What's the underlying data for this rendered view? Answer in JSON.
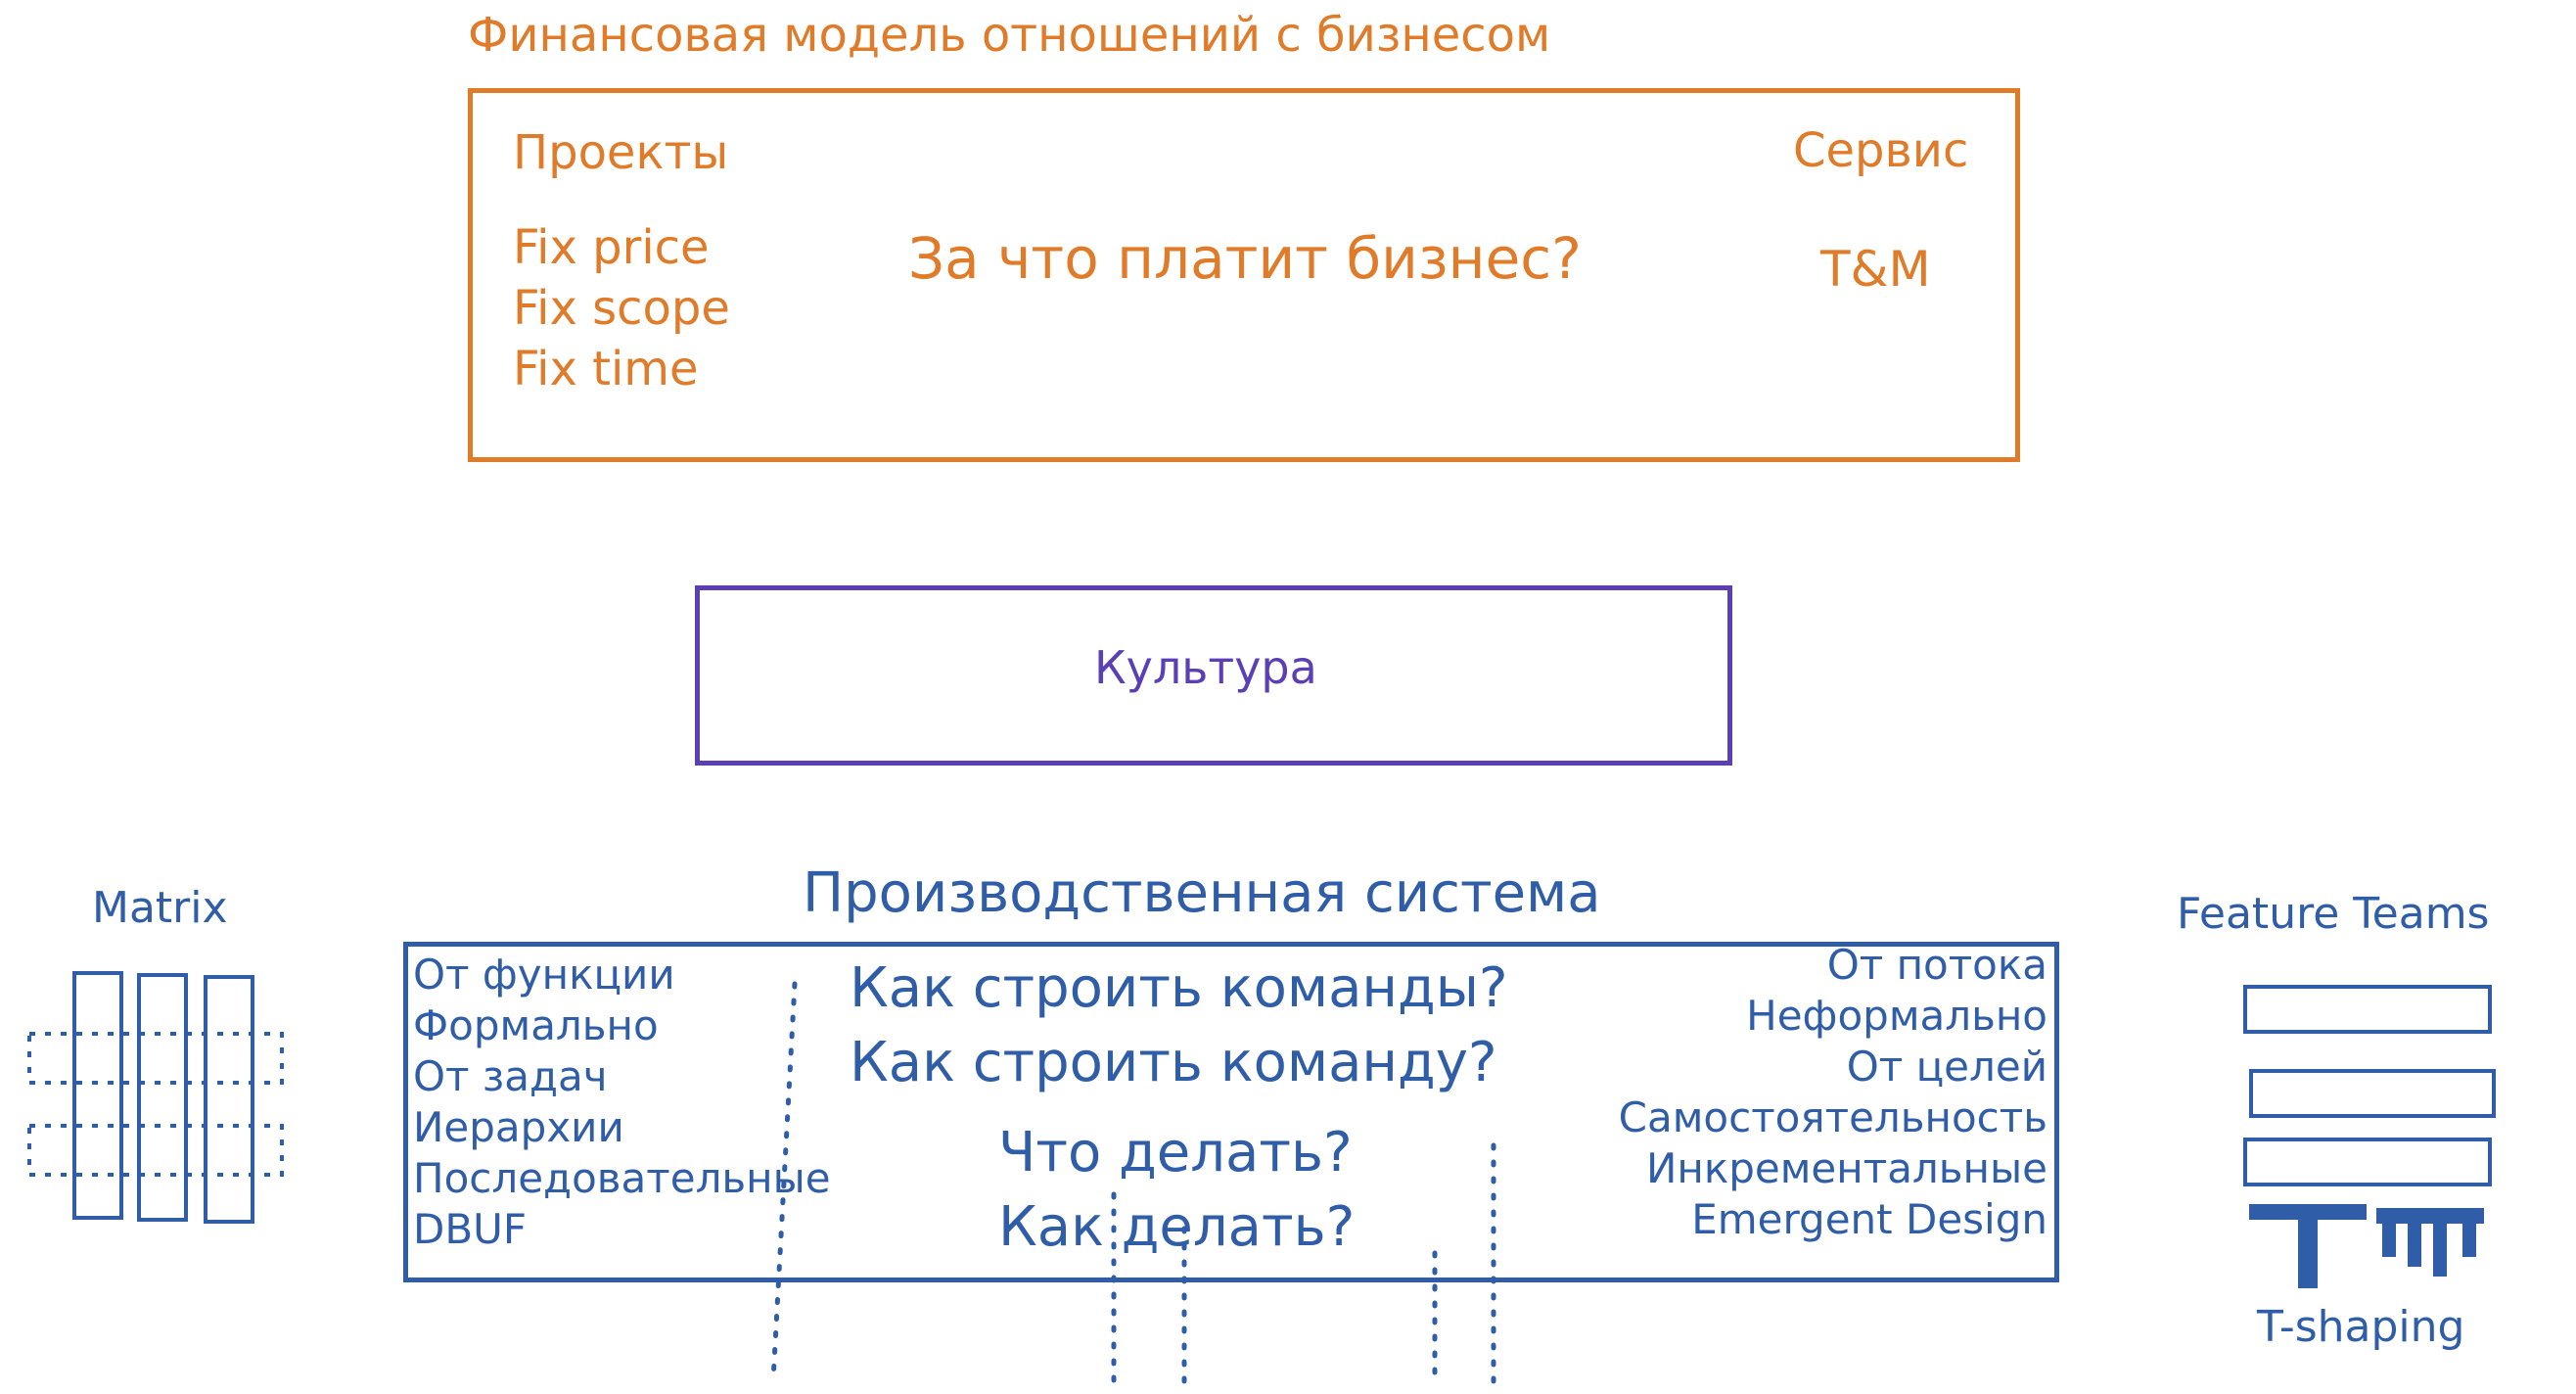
{
  "finance": {
    "title": "Финансовая модель отношений с бизнесом",
    "projects_label": "Проекты",
    "fix_items": [
      "Fix price",
      "Fix scope",
      "Fix time"
    ],
    "question": "За что платит бизнес?",
    "service_label": "Сервис",
    "service_value": "T&M",
    "color": "#e07b29"
  },
  "culture": {
    "label": "Культура",
    "color": "#5b3fb5"
  },
  "production": {
    "title": "Производственная система",
    "left_items": [
      "От функции",
      "Формально",
      "От задач",
      "Иерархии",
      "Последовательные",
      "DBUF"
    ],
    "right_items": [
      "От потока",
      "Неформально",
      "От целей",
      "Самостоятельность",
      "Инкрементальные",
      "Emergent Design"
    ],
    "questions": [
      "Как строить команды?",
      "Как строить команду?",
      "Что делать?",
      "Как делать?"
    ],
    "color": "#2f5da8"
  },
  "matrix": {
    "label": "Matrix",
    "icon": "matrix-grid-icon"
  },
  "feature_teams": {
    "label": "Feature Teams",
    "icon": "team-bars-icon",
    "t_icon": "t-shape-icon",
    "t_label": "T-shaping"
  }
}
